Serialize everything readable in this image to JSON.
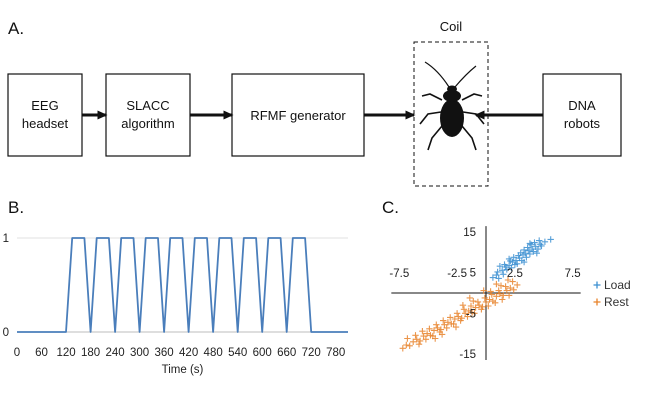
{
  "panel_a": {
    "label": "A.",
    "blocks": {
      "eeg": [
        "EEG",
        "headset"
      ],
      "slacc": [
        "SLACC",
        "algorithm"
      ],
      "rfmf": "RFMF generator",
      "dna": [
        "DNA",
        "robots"
      ],
      "coil": "Coil"
    }
  },
  "panel_b": {
    "label": "B."
  },
  "panel_c": {
    "label": "C."
  },
  "chart_data": [
    {
      "type": "line",
      "panel": "B.",
      "xlabel": "Time (s)",
      "ylabel": "",
      "xlim": [
        0,
        810
      ],
      "ylim": [
        0,
        1
      ],
      "xticks": [
        0,
        60,
        120,
        180,
        240,
        300,
        360,
        420,
        480,
        540,
        600,
        660,
        720,
        780
      ],
      "yticks": [
        0,
        1
      ],
      "grid": true,
      "series": [
        {
          "color": "#4a7ebb",
          "x": [
            0,
            120,
            135,
            165,
            180,
            195,
            225,
            240,
            255,
            285,
            300,
            315,
            345,
            360,
            375,
            405,
            420,
            435,
            465,
            480,
            495,
            525,
            540,
            555,
            585,
            600,
            615,
            645,
            660,
            675,
            705,
            720,
            810
          ],
          "y": [
            0,
            0,
            1,
            1,
            0,
            1,
            1,
            0,
            1,
            1,
            0,
            1,
            1,
            0,
            1,
            1,
            0,
            1,
            1,
            0,
            1,
            1,
            0,
            1,
            1,
            0,
            1,
            1,
            0,
            1,
            1,
            0,
            0
          ]
        }
      ]
    },
    {
      "type": "scatter",
      "panel": "C.",
      "xlim": [
        -9,
        9
      ],
      "ylim": [
        -16,
        16
      ],
      "xticks": [
        -7.5,
        -2.5,
        2.5,
        7.5
      ],
      "yticks": [
        15,
        5,
        -5,
        -15
      ],
      "legend_position": "right",
      "series": [
        {
          "name": "Load",
          "color": "#3b8fd1",
          "marker": "+",
          "points": [
            [
              0.6,
              3.8
            ],
            [
              1.0,
              5.2
            ],
            [
              1.4,
              5.6
            ],
            [
              1.7,
              6.4
            ],
            [
              2.0,
              6.8
            ],
            [
              2.3,
              7.6
            ],
            [
              2.6,
              8.0
            ],
            [
              2.9,
              8.6
            ],
            [
              3.2,
              9.4
            ],
            [
              3.4,
              9.8
            ],
            [
              3.7,
              10.4
            ],
            [
              4.0,
              10.8
            ],
            [
              4.3,
              11.4
            ],
            [
              4.7,
              12.0
            ],
            [
              5.1,
              12.6
            ],
            [
              5.6,
              13.2
            ],
            [
              1.2,
              6.6
            ],
            [
              1.6,
              7.0
            ],
            [
              2.1,
              7.9
            ],
            [
              2.4,
              8.8
            ],
            [
              2.8,
              9.2
            ],
            [
              3.0,
              9.9
            ],
            [
              3.3,
              10.6
            ],
            [
              3.6,
              11.2
            ],
            [
              3.9,
              11.9
            ],
            [
              4.2,
              12.4
            ],
            [
              2.2,
              6.2
            ],
            [
              2.7,
              7.2
            ],
            [
              3.1,
              8.0
            ],
            [
              3.5,
              8.8
            ],
            [
              3.8,
              9.6
            ],
            [
              4.1,
              10.2
            ],
            [
              4.5,
              10.8
            ],
            [
              4.8,
              11.6
            ],
            [
              1.8,
              5.8
            ],
            [
              2.5,
              7.0
            ],
            [
              1.5,
              4.6
            ],
            [
              0.9,
              4.4
            ],
            [
              4.4,
              9.8
            ],
            [
              3.3,
              7.6
            ],
            [
              2.0,
              8.4
            ],
            [
              4.6,
              12.9
            ],
            [
              1.1,
              3.6
            ],
            [
              3.8,
              12.2
            ]
          ]
        },
        {
          "name": "Rest",
          "color": "#e8832a",
          "marker": "+",
          "points": [
            [
              -7.2,
              -13.6
            ],
            [
              -6.9,
              -12.8
            ],
            [
              -6.6,
              -13.0
            ],
            [
              -6.3,
              -12.0
            ],
            [
              -6.0,
              -11.4
            ],
            [
              -5.7,
              -11.8
            ],
            [
              -5.4,
              -10.6
            ],
            [
              -5.1,
              -10.0
            ],
            [
              -4.8,
              -10.4
            ],
            [
              -4.5,
              -9.2
            ],
            [
              -4.2,
              -8.6
            ],
            [
              -3.9,
              -9.0
            ],
            [
              -3.6,
              -7.8
            ],
            [
              -3.3,
              -7.2
            ],
            [
              -3.0,
              -7.6
            ],
            [
              -2.7,
              -6.4
            ],
            [
              -2.4,
              -5.8
            ],
            [
              -2.1,
              -6.2
            ],
            [
              -1.8,
              -5.0
            ],
            [
              -1.5,
              -4.4
            ],
            [
              -1.2,
              -4.8
            ],
            [
              -0.9,
              -3.6
            ],
            [
              -0.6,
              -3.0
            ],
            [
              -0.3,
              -3.4
            ],
            [
              0.0,
              -2.2
            ],
            [
              0.3,
              -1.6
            ],
            [
              0.6,
              -2.0
            ],
            [
              0.9,
              -0.8
            ],
            [
              1.2,
              -0.2
            ],
            [
              1.5,
              -0.6
            ],
            [
              1.8,
              0.6
            ],
            [
              2.1,
              1.2
            ],
            [
              2.4,
              0.8
            ],
            [
              2.7,
              2.0
            ],
            [
              -6.1,
              -10.4
            ],
            [
              -5.5,
              -9.4
            ],
            [
              -4.9,
              -8.8
            ],
            [
              -4.3,
              -7.8
            ],
            [
              -3.7,
              -6.8
            ],
            [
              -3.1,
              -6.0
            ],
            [
              -2.5,
              -5.0
            ],
            [
              -1.9,
              -4.0
            ],
            [
              -1.3,
              -3.2
            ],
            [
              -0.7,
              -2.2
            ],
            [
              -0.1,
              -1.2
            ],
            [
              0.5,
              -0.4
            ],
            [
              1.1,
              0.6
            ],
            [
              1.7,
              1.6
            ],
            [
              -5.8,
              -12.6
            ],
            [
              -5.2,
              -11.4
            ],
            [
              -4.6,
              -10.6
            ],
            [
              -4.0,
              -9.6
            ],
            [
              -3.4,
              -8.6
            ],
            [
              -2.8,
              -7.6
            ],
            [
              -2.2,
              -6.8
            ],
            [
              -1.6,
              -5.8
            ],
            [
              -1.0,
              -5.0
            ],
            [
              -0.4,
              -4.0
            ],
            [
              0.2,
              -3.2
            ],
            [
              0.8,
              -2.4
            ],
            [
              1.4,
              -1.6
            ],
            [
              2.0,
              -0.6
            ],
            [
              -2.0,
              -3.0
            ],
            [
              -1.1,
              -2.0
            ],
            [
              0.4,
              0.4
            ],
            [
              1.3,
              1.8
            ],
            [
              2.3,
              2.8
            ],
            [
              -6.8,
              -11.2
            ],
            [
              -3.8,
              -10.2
            ],
            [
              -0.2,
              0.6
            ],
            [
              0.9,
              2.2
            ],
            [
              -2.6,
              -8.4
            ],
            [
              1.9,
              3.2
            ],
            [
              -1.4,
              -1.2
            ],
            [
              -4.4,
              -11.2
            ]
          ]
        }
      ]
    }
  ]
}
